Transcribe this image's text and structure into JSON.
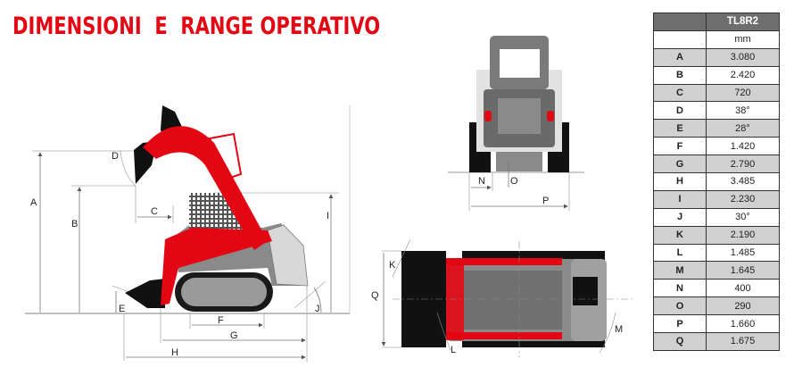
{
  "title": "DIMENSIONI  E  RANGE OPERATIVO",
  "colors": {
    "brand_red": "#e30613",
    "table_header": "#6e6e6e",
    "row_shade": "#d0d0d0",
    "machine_grey": "#8a8a8a",
    "bucket_black": "#111111"
  },
  "table": {
    "header": {
      "label": "",
      "model": "TL8R2"
    },
    "unit_row": {
      "label": "",
      "unit": "mm"
    },
    "rows": [
      {
        "key": "A",
        "value": "3.080"
      },
      {
        "key": "B",
        "value": "2.420"
      },
      {
        "key": "C",
        "value": "720"
      },
      {
        "key": "D",
        "value": "38°"
      },
      {
        "key": "E",
        "value": "28°"
      },
      {
        "key": "F",
        "value": "1.420"
      },
      {
        "key": "G",
        "value": "2.790"
      },
      {
        "key": "H",
        "value": "3.485"
      },
      {
        "key": "I",
        "value": "2.230"
      },
      {
        "key": "J",
        "value": "30°"
      },
      {
        "key": "K",
        "value": "2.190"
      },
      {
        "key": "L",
        "value": "1.485"
      },
      {
        "key": "M",
        "value": "1.645"
      },
      {
        "key": "N",
        "value": "400"
      },
      {
        "key": "O",
        "value": "290"
      },
      {
        "key": "P",
        "value": "1.660"
      },
      {
        "key": "Q",
        "value": "1.675"
      }
    ]
  },
  "diagram": {
    "side_view_labels": [
      "A",
      "B",
      "C",
      "D",
      "E",
      "F",
      "G",
      "H",
      "I",
      "J"
    ],
    "front_view_labels": [
      "N",
      "O",
      "P"
    ],
    "top_view_labels": [
      "K",
      "L",
      "M",
      "Q"
    ],
    "labels": {
      "A": "A",
      "B": "B",
      "C": "C",
      "D": "D",
      "E": "E",
      "F": "F",
      "G": "G",
      "H": "H",
      "I": "I",
      "J": "J",
      "K": "K",
      "L": "L",
      "M": "M",
      "N": "N",
      "O": "O",
      "P": "P",
      "Q": "Q"
    }
  }
}
